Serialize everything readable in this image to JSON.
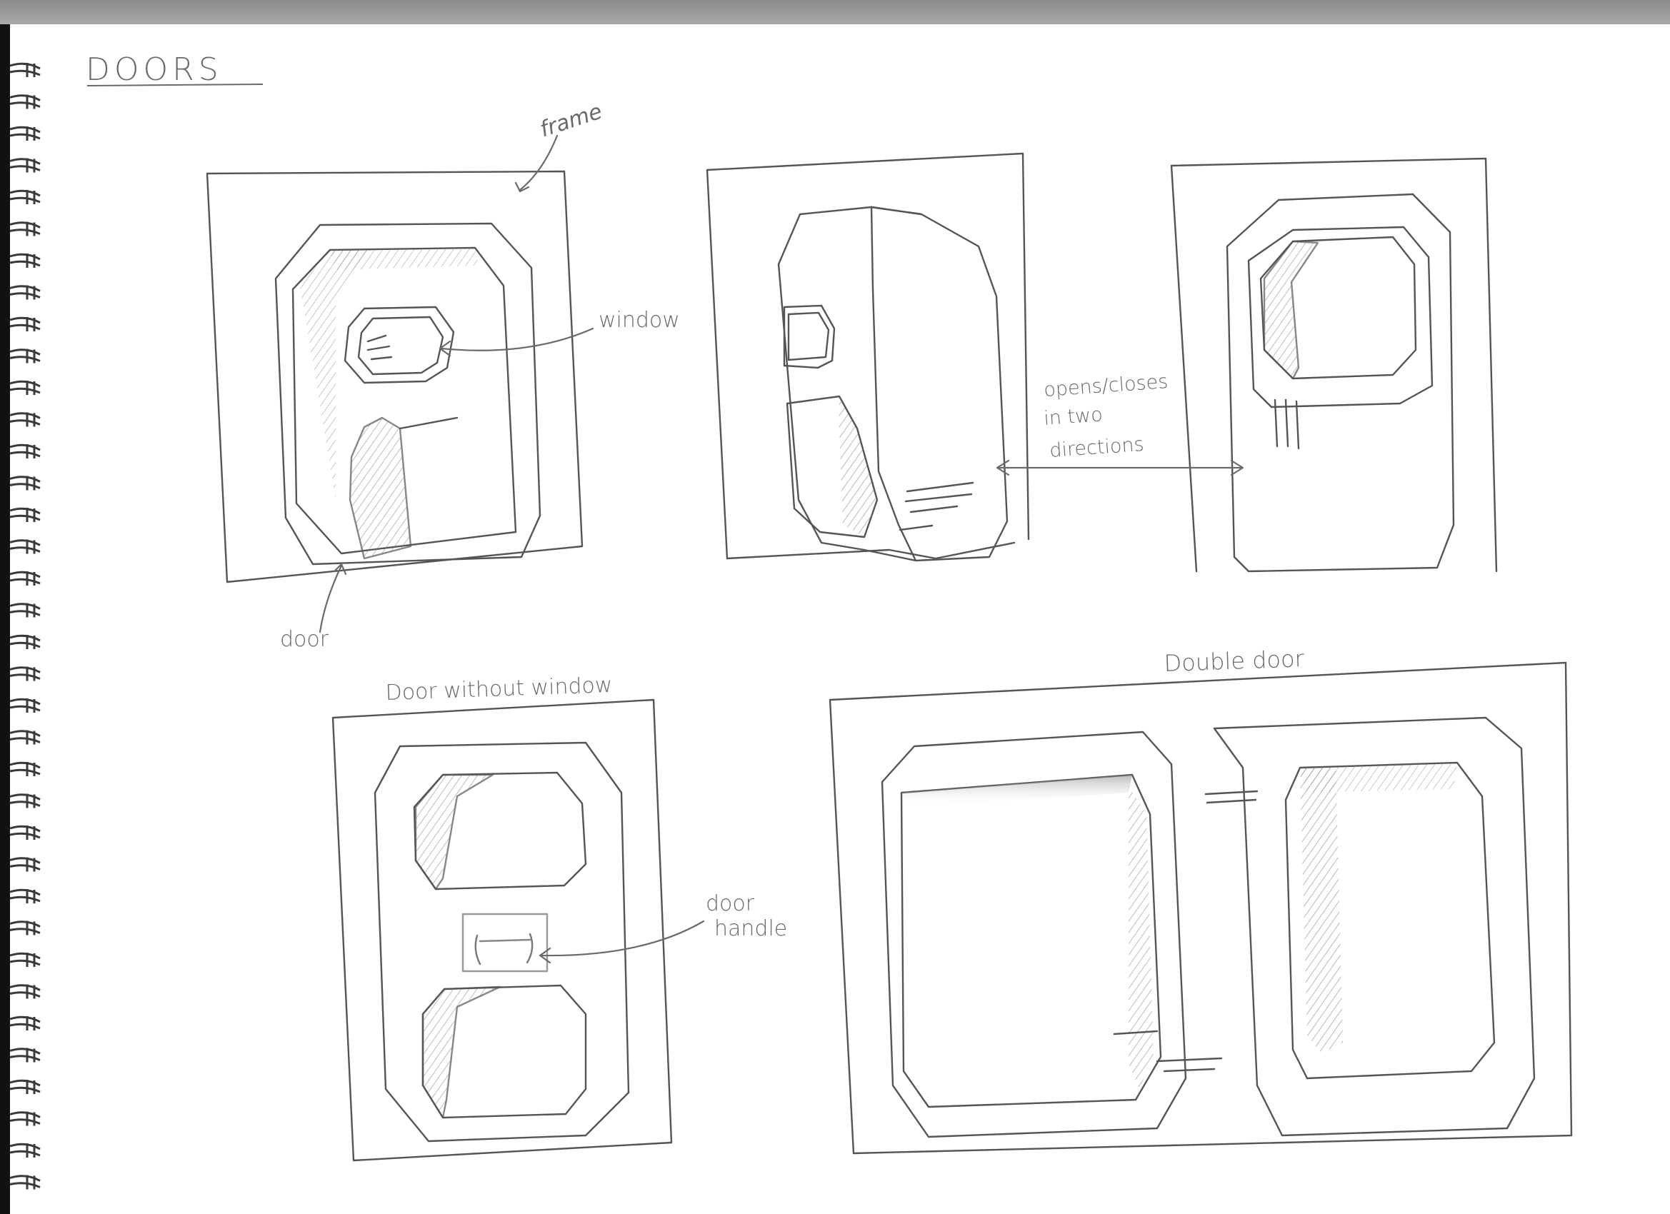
{
  "title": "DOORS",
  "labels": {
    "frame": "frame",
    "window": "window",
    "door": "door",
    "opens_closes_line1": "opens/closes",
    "opens_closes_line2": "in two",
    "opens_closes_line3": "directions",
    "door_without_window": "Door without window",
    "double_door": "Double door",
    "door_handle_line1": "door",
    "door_handle_line2": "handle"
  },
  "colors": {
    "pencil": "#555555",
    "pencil_light": "#8a8a8a",
    "paper": "#ffffff"
  }
}
